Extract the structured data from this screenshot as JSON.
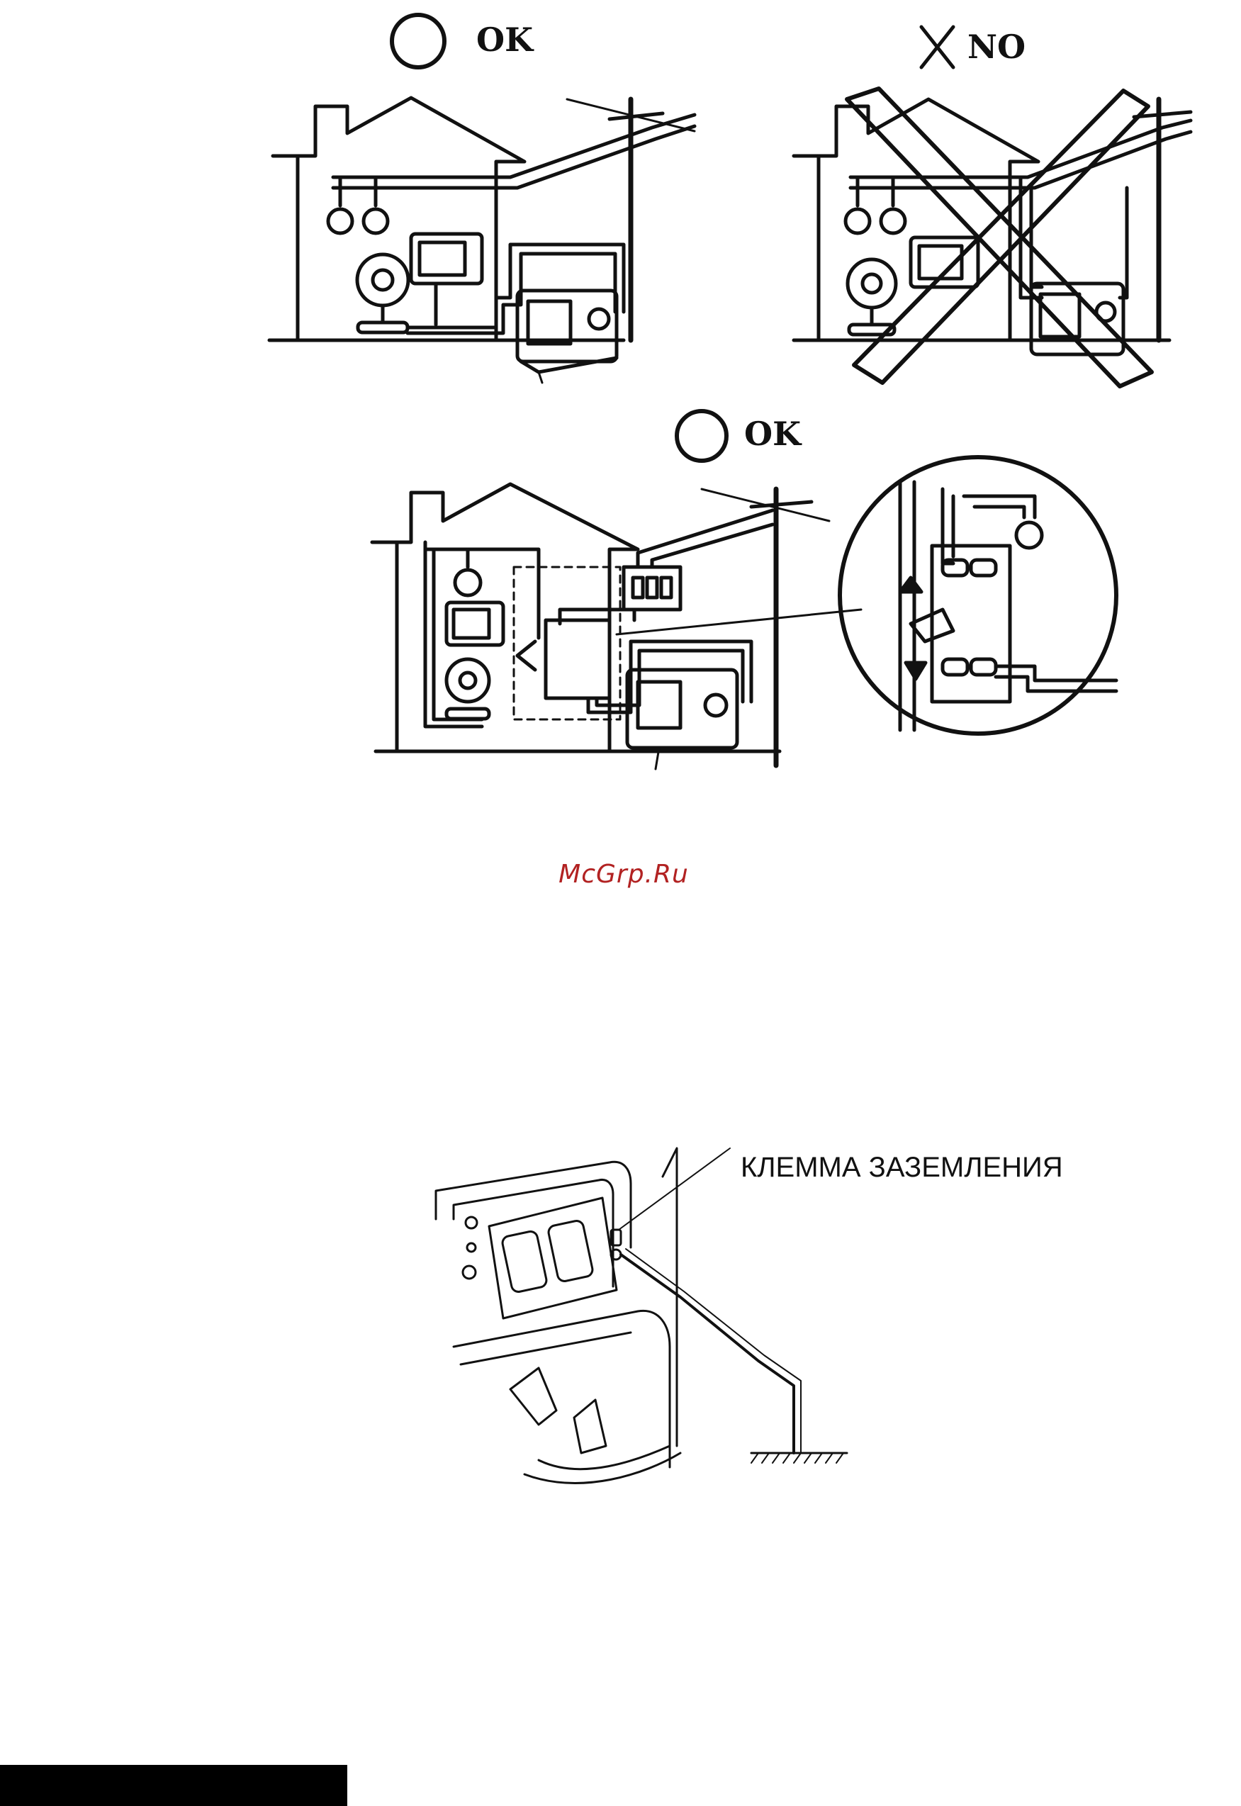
{
  "panels": {
    "top_left": {
      "badge_label": "OK",
      "badge_symbol": "circle"
    },
    "top_right": {
      "badge_label": "NO",
      "badge_symbol": "cross"
    },
    "middle": {
      "badge_label": "OK",
      "badge_symbol": "circle"
    }
  },
  "watermark": "McGrp.Ru",
  "grounding": {
    "callout_label": "КЛЕММА ЗАЗЕМЛЕНИЯ"
  },
  "colors": {
    "ink": "#111111",
    "watermark": "#b22222",
    "background": "#ffffff"
  }
}
